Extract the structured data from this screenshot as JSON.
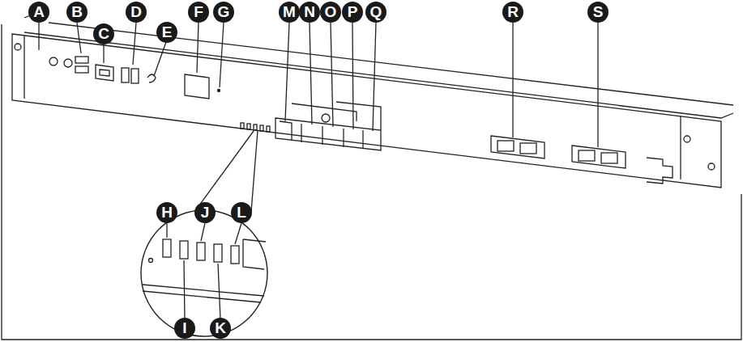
{
  "diagram": {
    "labels": [
      "A",
      "B",
      "C",
      "D",
      "E",
      "F",
      "G",
      "M",
      "N",
      "O",
      "P",
      "Q",
      "R",
      "S",
      "H",
      "J",
      "L",
      "I",
      "K"
    ]
  }
}
